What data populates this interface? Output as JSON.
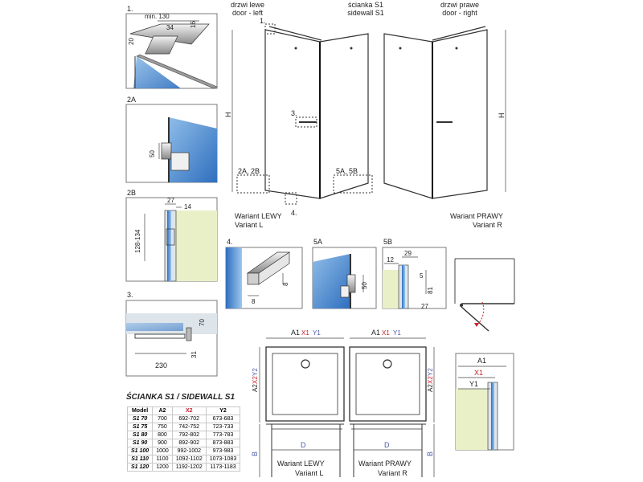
{
  "labels": {
    "d1": "1.",
    "d2a": "2A",
    "d2b": "2B",
    "d3": "3.",
    "d4": "4.",
    "d5a": "5A",
    "d5b": "5B"
  },
  "dims": {
    "min130": "min. 130",
    "v34": "34",
    "v16": "16",
    "v20": "20",
    "v50": "50",
    "v27": "27",
    "v14": "14",
    "v128_134": "128-134",
    "v70": "70",
    "v31": "31",
    "v230": "230",
    "v8a": "8",
    "v8b": "8",
    "v50b": "50",
    "v12": "12",
    "v29": "29",
    "v5": "5",
    "v81": "81",
    "v27b": "27",
    "H1": "H",
    "H2": "H"
  },
  "front": {
    "callout1": "1.",
    "callout3": "3.",
    "callout4": "4.",
    "callout2a2b": "2A, 2B",
    "callout5a5b": "5A, 5B",
    "door_left_pl": "drzwi lewe",
    "door_left_en": "door - left",
    "sidewall_pl": "ścianka S1",
    "sidewall_en": "sidewall S1",
    "door_right_pl": "drzwi prawe",
    "door_right_en": "door - right",
    "variant_left_pl": "Wariant LEWY",
    "variant_left_en": "Variant L",
    "variant_right_pl": "Wariant PRAWY",
    "variant_right_en": "Variant R"
  },
  "plan": {
    "top_left_a1": "A1",
    "top_left_x1": "X1",
    "top_left_y1": "Y1",
    "top_right_a1": "A1",
    "top_right_x1": "X1",
    "top_right_y1": "Y1",
    "side_left_a2": "A2",
    "side_left_x2": "X2",
    "side_left_y2": "Y2",
    "side_right_a2": "A2",
    "side_right_x2": "X2",
    "side_right_y2": "Y2",
    "B_left": "B",
    "B_right": "B",
    "D_left": "D",
    "D_right": "D",
    "variant_left_pl": "Wariant LEWY",
    "variant_left_en": "Variant L",
    "variant_right_pl": "Wariant PRAWY",
    "variant_right_en": "Variant R"
  },
  "detail_right": {
    "a1": "A1",
    "x1": "X1",
    "y1": "Y1"
  },
  "spec": {
    "title": "ŚCIANKA S1 / SIDEWALL S1",
    "headers": [
      "Model",
      "A2",
      "X2",
      "Y2"
    ],
    "rows": [
      [
        "S1 70",
        "700",
        "692-702",
        "673-683"
      ],
      [
        "S1 75",
        "750",
        "742-752",
        "723-733"
      ],
      [
        "S1 80",
        "800",
        "792-802",
        "773-783"
      ],
      [
        "S1 90",
        "900",
        "892-902",
        "873-883"
      ],
      [
        "S1 100",
        "1000",
        "992-1002",
        "973-983"
      ],
      [
        "S1 110",
        "1100",
        "1092-1102",
        "1073-1083"
      ],
      [
        "S1 120",
        "1200",
        "1192-1202",
        "1173-1183"
      ]
    ]
  },
  "colors": {
    "glass_blue": "#3d7fc9",
    "wall_green": "#e9f0c8",
    "accent_red": "#c8202a",
    "dim_blue": "#4a5aa8"
  }
}
